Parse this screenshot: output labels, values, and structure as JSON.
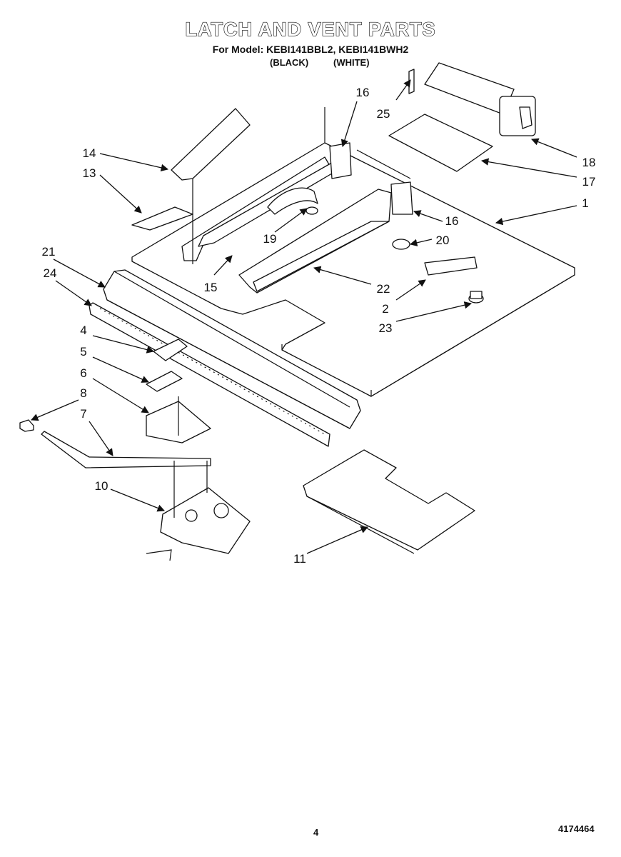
{
  "title": "LATCH AND VENT PARTS",
  "subtitle": "For Model: KEBI141BBL2, KEBI141BWH2",
  "color_black": "(BLACK)",
  "color_white": "(WHITE)",
  "page_number": "4",
  "doc_number": "4174464",
  "callouts": [
    "16",
    "25",
    "18",
    "17",
    "1",
    "14",
    "13",
    "16",
    "20",
    "19",
    "15",
    "21",
    "24",
    "22",
    "2",
    "23",
    "4",
    "5",
    "6",
    "8",
    "7",
    "10",
    "11"
  ]
}
